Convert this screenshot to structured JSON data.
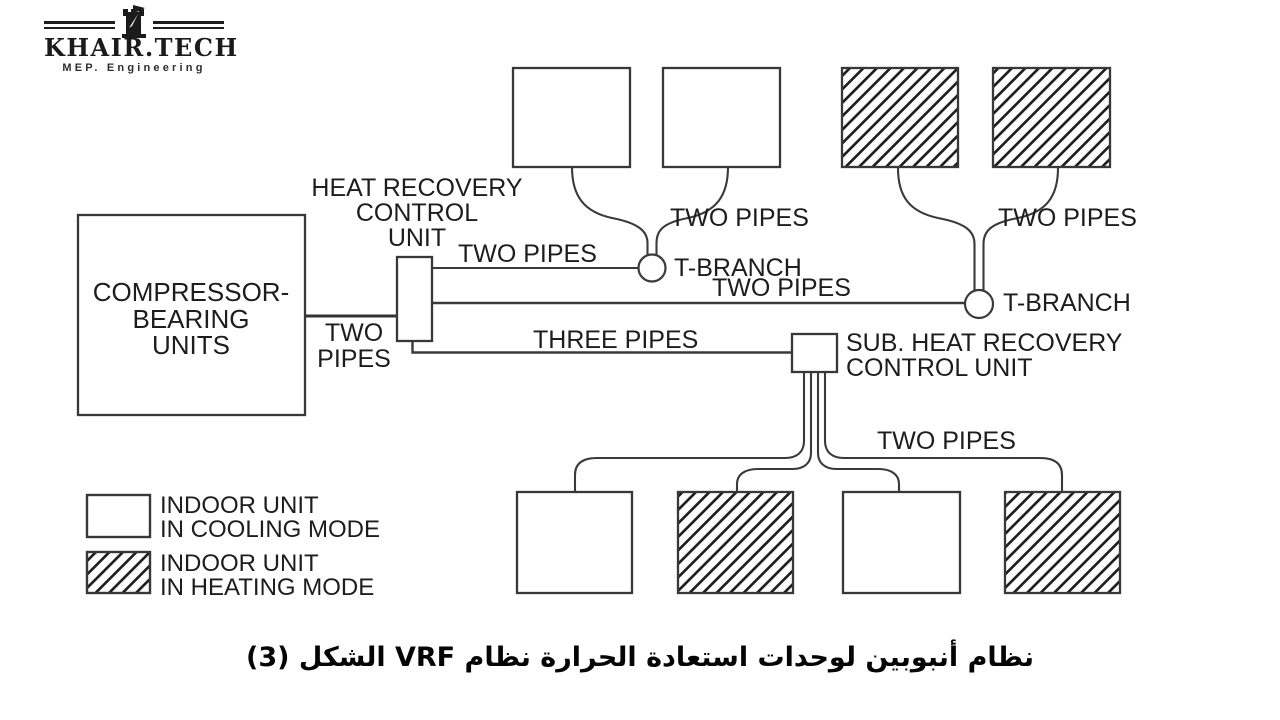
{
  "logo": {
    "brand": "KHAIR.TECH",
    "tagline": "MEP. Engineering"
  },
  "diagram": {
    "compressor_unit": {
      "line1": "COMPRESSOR-",
      "line2": "BEARING",
      "line3": "UNITS"
    },
    "heat_recovery_unit": {
      "line1": "HEAT RECOVERY",
      "line2": "CONTROL",
      "line3": "UNIT"
    },
    "sub_heat_recovery_unit": {
      "line1": "SUB. HEAT RECOVERY",
      "line2": "CONTROL UNIT"
    },
    "pipe_labels": {
      "main_line1": "TWO",
      "main_line2": "PIPES",
      "hrcu_to_tbranch1": "TWO PIPES",
      "tbranch1": "T-BRANCH",
      "tbranch1_to_tbranch2": "TWO PIPES",
      "tbranch2": "T-BRANCH",
      "left_drop": "TWO PIPES",
      "right_drop": "TWO PIPES",
      "three_pipes": "THREE PIPES",
      "bottom_drop": "TWO PIPES"
    },
    "legend": {
      "cooling": {
        "line1": "INDOOR UNIT",
        "line2": "IN COOLING MODE"
      },
      "heating": {
        "line1": "INDOOR UNIT",
        "line2": "IN HEATING MODE"
      }
    }
  },
  "caption": "نظام أنبوبين لوحدات استعادة الحرارة نظام VRF  الشكل (3)",
  "colors": {
    "line": "#3a3a3a",
    "text": "#1d1d1d",
    "background": "#ffffff"
  }
}
